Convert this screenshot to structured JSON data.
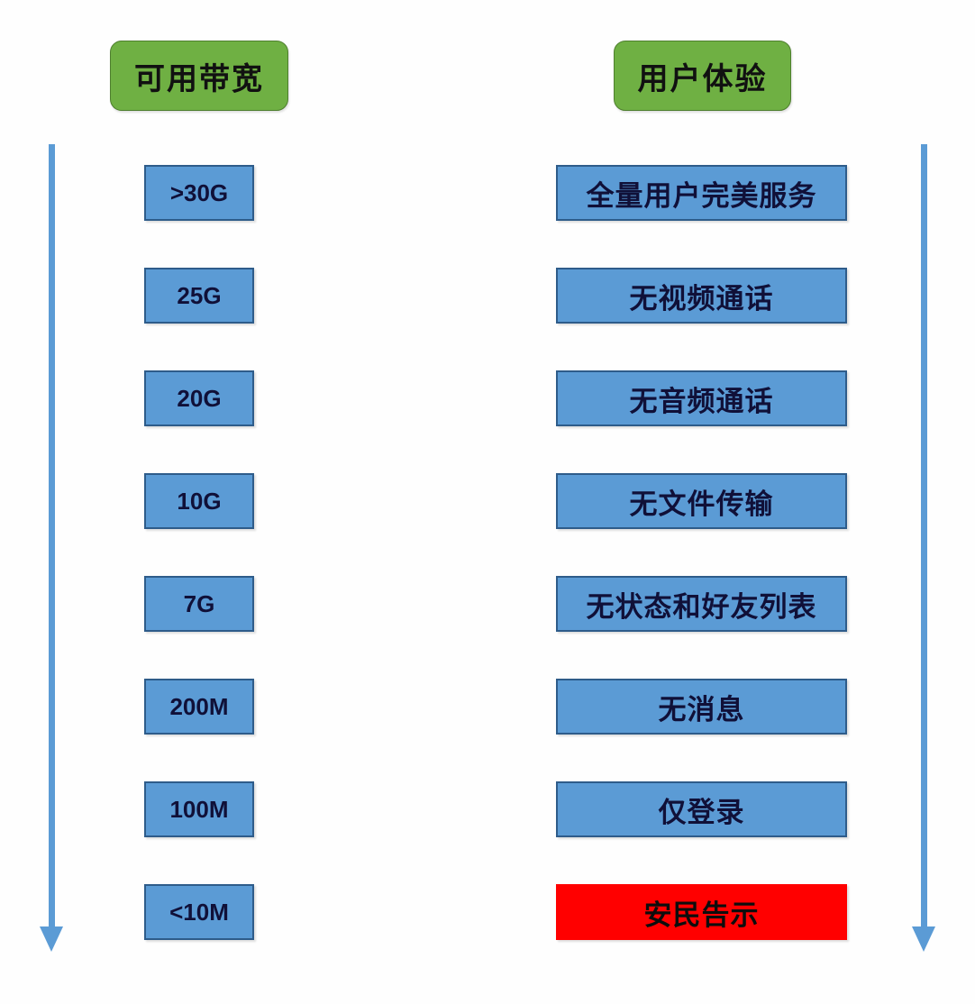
{
  "headers": {
    "left": "可用带宽",
    "right": "用户体验"
  },
  "colors": {
    "header_green": "#6FB043",
    "box_blue": "#5B9BD5",
    "box_border": "#2E5C8A",
    "alert_red": "#FF0000",
    "arrow_blue": "#5B9BD5",
    "text_dark": "#101038",
    "background": "#FEFEFE"
  },
  "arrows": {
    "left": "down-arrow",
    "right": "down-arrow"
  },
  "bandwidth_levels": [
    {
      "label": ">30G"
    },
    {
      "label": "25G"
    },
    {
      "label": "20G"
    },
    {
      "label": "10G"
    },
    {
      "label": "7G"
    },
    {
      "label": "200M"
    },
    {
      "label": "100M"
    },
    {
      "label": "<10M"
    }
  ],
  "experience_levels": [
    {
      "label": "全量用户完美服务",
      "alert": false
    },
    {
      "label": "无视频通话",
      "alert": false
    },
    {
      "label": "无音频通话",
      "alert": false
    },
    {
      "label": "无文件传输",
      "alert": false
    },
    {
      "label": "无状态和好友列表",
      "alert": false
    },
    {
      "label": "无消息",
      "alert": false
    },
    {
      "label": "仅登录",
      "alert": false
    },
    {
      "label": "安民告示",
      "alert": true
    }
  ]
}
